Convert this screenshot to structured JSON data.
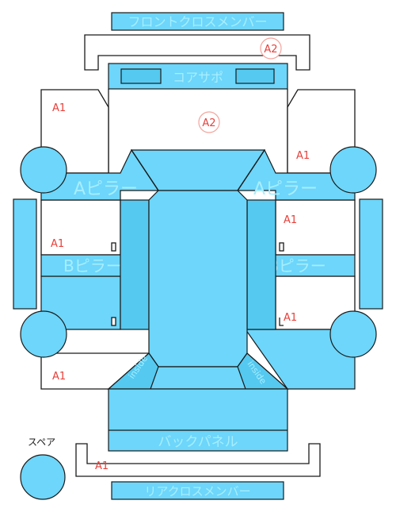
{
  "labels": {
    "front_cross_member": "フロントクロスメンバー",
    "core_support": "コアサポ",
    "a_pillar": "Aピラー",
    "b_pillar": "Bピラー",
    "back_panel": "バックパネル",
    "rear_cross_member": "リアクロスメンバー",
    "spare": "スペア",
    "inside": "inside"
  },
  "marks": {
    "a1": "A1",
    "a2": "A2"
  },
  "colors": {
    "panel_fill": "#6dd6fa",
    "label_text": "#a8eeff",
    "mark_text": "#e8403a",
    "mark_circle": "#f4a49c"
  }
}
